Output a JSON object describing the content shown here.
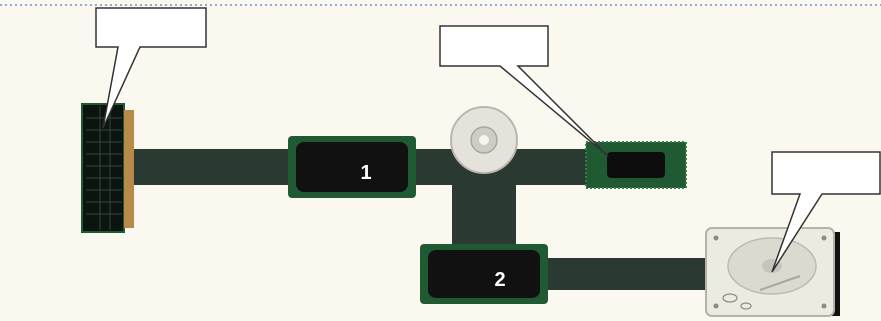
{
  "colors": {
    "background": "#fbf9ef",
    "bus": "#2a3a33",
    "chip_border": "#1f5a33",
    "chip_face": "#111111",
    "socket_pin": "#b88a4a",
    "callout_fill": "#ffffff",
    "callout_stroke": "#333333",
    "dotted_border": "#6b8fc8"
  },
  "diagram": {
    "chip1": {
      "label": "1"
    },
    "chip2": {
      "label": "2"
    },
    "callouts": [
      {
        "id": "callout-slot",
        "text": ""
      },
      {
        "id": "callout-small-chip",
        "text": ""
      },
      {
        "id": "callout-hard-drive",
        "text": ""
      }
    ],
    "icons": [
      "expansion-slot-icon",
      "cd-disc-icon",
      "small-chip-icon",
      "hard-drive-icon"
    ]
  }
}
